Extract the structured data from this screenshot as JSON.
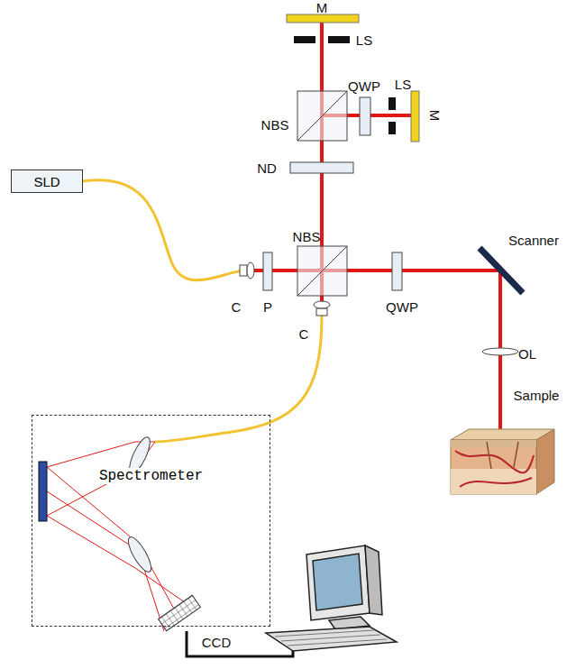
{
  "diagram": {
    "nodes": [
      {
        "text": [
          "SLD"
        ]
      },
      {
        "text": [
          "Spectrometer"
        ]
      }
    ],
    "labels": [
      "M",
      "LS",
      "NBS",
      "QWP",
      "LS",
      "M",
      "ND",
      "NBS",
      "Scanner",
      "C",
      "P",
      "C",
      "QWP",
      "OL",
      "Sample",
      "CCD"
    ]
  }
}
